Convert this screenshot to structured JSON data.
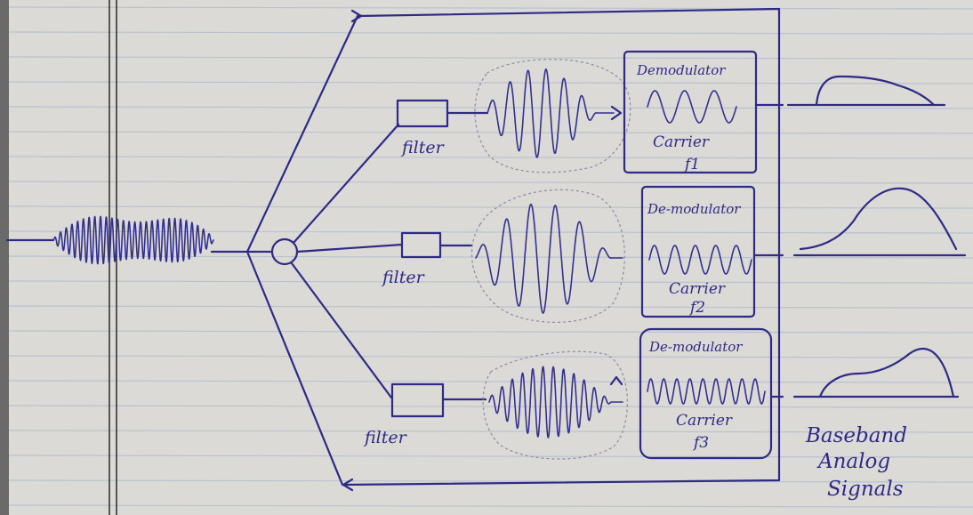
{
  "channels": [
    {
      "filter_label": "filter",
      "demod_label": "Demodulator",
      "carrier_label": "Carrier",
      "carrier_freq": "f1"
    },
    {
      "filter_label": "filter",
      "demod_label": "De-modulator",
      "carrier_label": "Carrier",
      "carrier_freq": "f2"
    },
    {
      "filter_label": "filter",
      "demod_label": "De-modulator",
      "carrier_label": "Carrier",
      "carrier_freq": "f3"
    }
  ],
  "output_label": [
    "Baseband",
    "Analog",
    "Signals"
  ],
  "colors": {
    "ink": "#2e2a86",
    "paper": "#dcdad6",
    "rule": "#b9c2cf"
  }
}
